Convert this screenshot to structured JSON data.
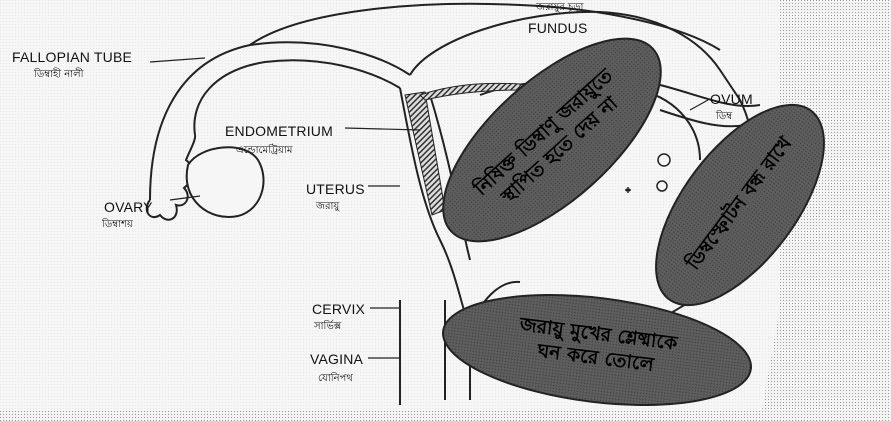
{
  "labels": {
    "fundus_bn": "জরায়ুর চূড়া",
    "fundus_en": "FUNDUS",
    "fallopian_en": "FALLOPIAN TUBE",
    "fallopian_bn": "ডিম্বাহী নালী",
    "ovum_en": "OVUM",
    "ovum_bn": "ডিম্ব",
    "endometrium_en": "ENDOMETRIUM",
    "endometrium_bn": "এন্ডোমেট্রিয়াম",
    "uterus_en": "UTERUS",
    "uterus_bn": "জরায়ু",
    "ovary_en": "OVARY",
    "ovary_bn": "ডিম্বাশয়",
    "cervix_en": "CERVIX",
    "cervix_bn": "সার্ভিক্স",
    "vagina_en": "VAGINA",
    "vagina_bn": "যোনিপথ"
  },
  "annotations": {
    "oval1_line1": "নিষিক্ত ডিম্বাণু জরায়ুতে",
    "oval1_line2": "স্থাপিত হতে দেয় না",
    "oval2_line1": "ডিম্বস্ফোটন বন্ধ রাখে",
    "oval3_line1": "জরায়ু মুখের শ্লেষ্মাকে",
    "oval3_line2": "ঘন করে তোলে"
  },
  "colors": {
    "oval_fill": "#5a5a5a",
    "background": "#f2f2f2",
    "line": "#222222"
  }
}
